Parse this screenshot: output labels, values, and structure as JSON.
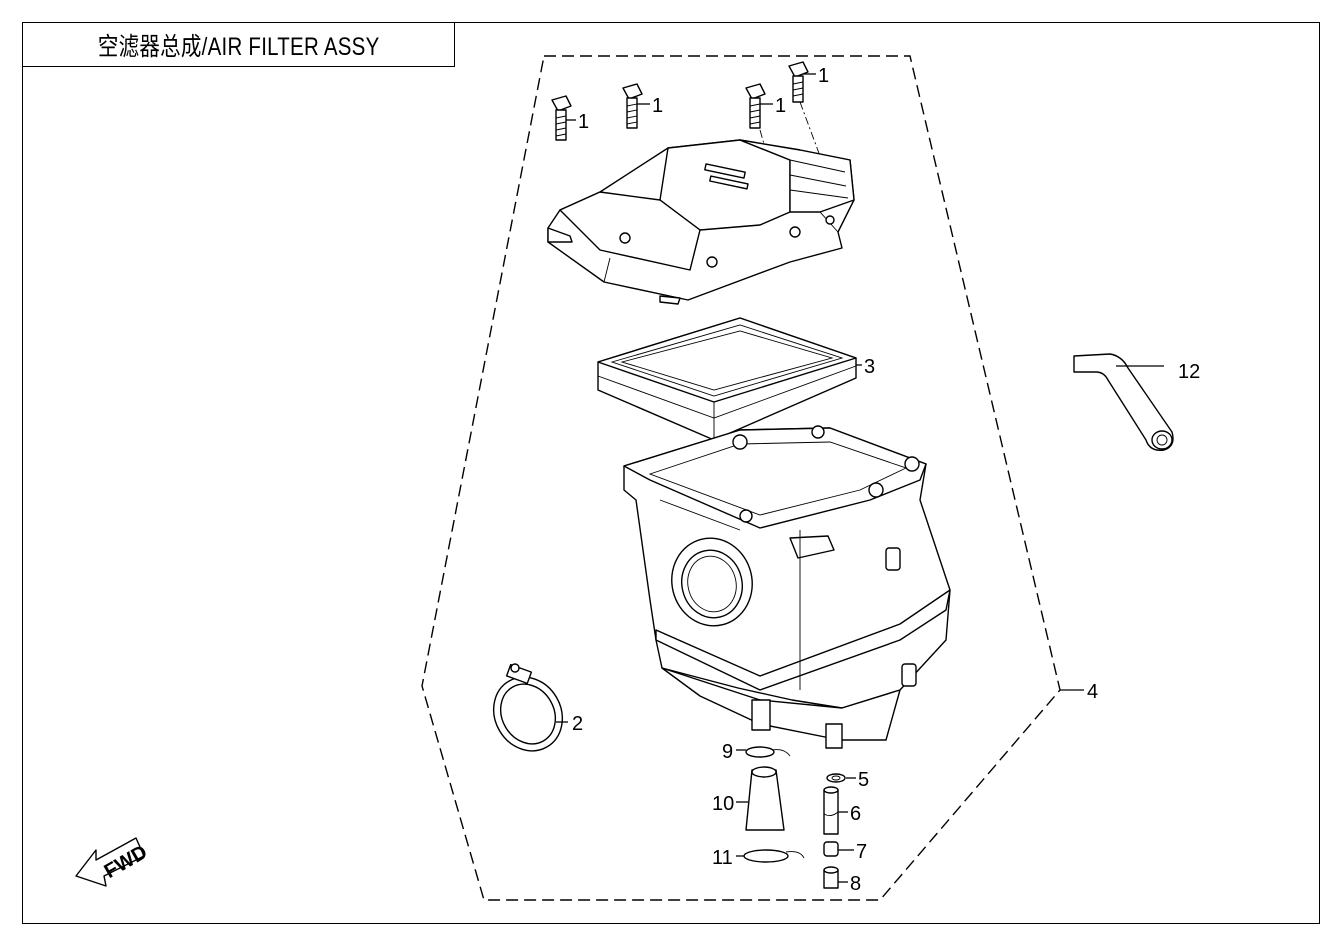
{
  "title": "空滤器总成/AIR FILTER ASSY",
  "fwd_label": "FWD",
  "callouts": {
    "c1a": "1",
    "c1b": "1",
    "c1c": "1",
    "c1d": "1",
    "c2": "2",
    "c3": "3",
    "c4": "4",
    "c5": "5",
    "c6": "6",
    "c7": "7",
    "c8": "8",
    "c9": "9",
    "c10": "10",
    "c11": "11",
    "c12": "12"
  }
}
